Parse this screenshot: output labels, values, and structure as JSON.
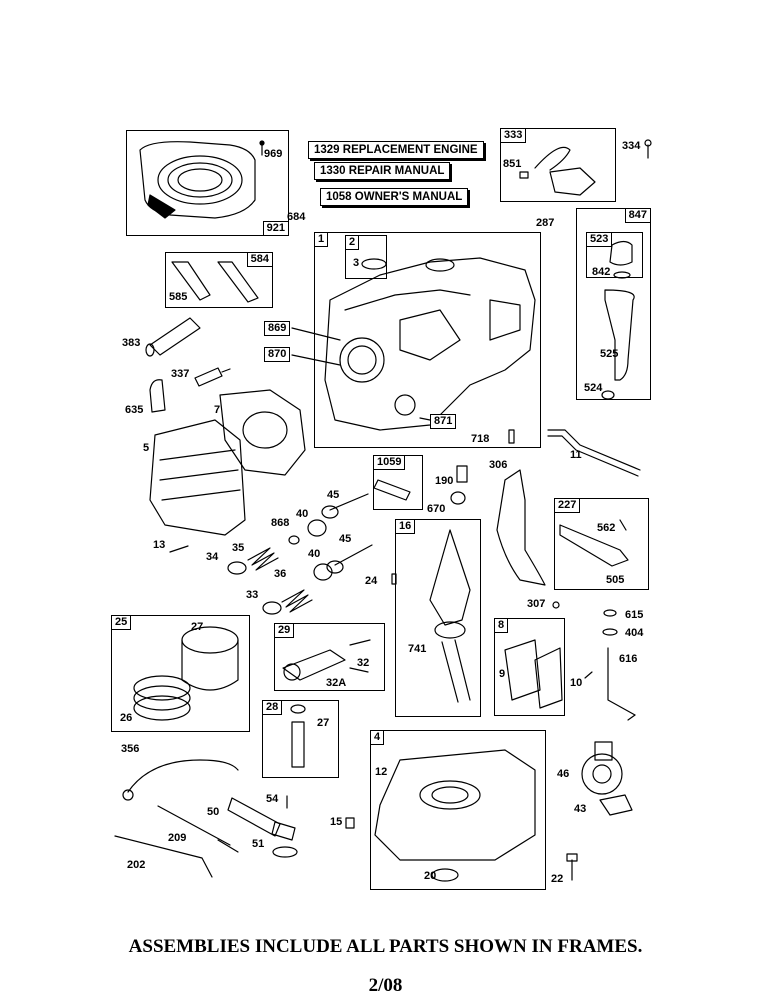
{
  "notes": {
    "replacement_engine": "1329 REPLACEMENT ENGINE",
    "repair_manual": "1330 REPAIR MANUAL",
    "owners_manual": "1058 OWNER'S MANUAL"
  },
  "frames": {
    "f921": "921",
    "f333": "333",
    "f847": "847",
    "f523": "523",
    "f1": "1",
    "f2": "2",
    "f584": "584",
    "f869": "869",
    "f870": "870",
    "f871": "871",
    "f1059": "1059",
    "f227": "227",
    "f16": "16",
    "f25": "25",
    "f29": "29",
    "f8": "8",
    "f28": "28",
    "f4": "4"
  },
  "labels": {
    "l969": "969",
    "l334": "334",
    "l851": "851",
    "l684": "684",
    "l287": "287",
    "l3": "3",
    "l842": "842",
    "l585": "585",
    "l383": "383",
    "l525": "525",
    "l524": "524",
    "l337": "337",
    "l635": "635",
    "l7": "7",
    "l5": "5",
    "l718": "718",
    "l11": "11",
    "l306": "306",
    "l190": "190",
    "l670": "670",
    "l45a": "45",
    "l40a": "40",
    "l868": "868",
    "l562": "562",
    "l13": "13",
    "l35": "35",
    "l34": "34",
    "l45b": "45",
    "l40b": "40",
    "l36": "36",
    "l24": "24",
    "l33": "33",
    "l505": "505",
    "l307": "307",
    "l615": "615",
    "l404": "404",
    "l27a": "27",
    "l741": "741",
    "l616": "616",
    "l32": "32",
    "l32a": "32A",
    "l9": "9",
    "l10": "10",
    "l26": "26",
    "l27b": "27",
    "l356": "356",
    "l12": "12",
    "l46": "46",
    "l54": "54",
    "l50": "50",
    "l43": "43",
    "l15": "15",
    "l209": "209",
    "l51": "51",
    "l202": "202",
    "l20": "20",
    "l22": "22"
  },
  "footer": {
    "note": "ASSEMBLIES INCLUDE ALL PARTS SHOWN IN FRAMES.",
    "date": "2/08"
  }
}
